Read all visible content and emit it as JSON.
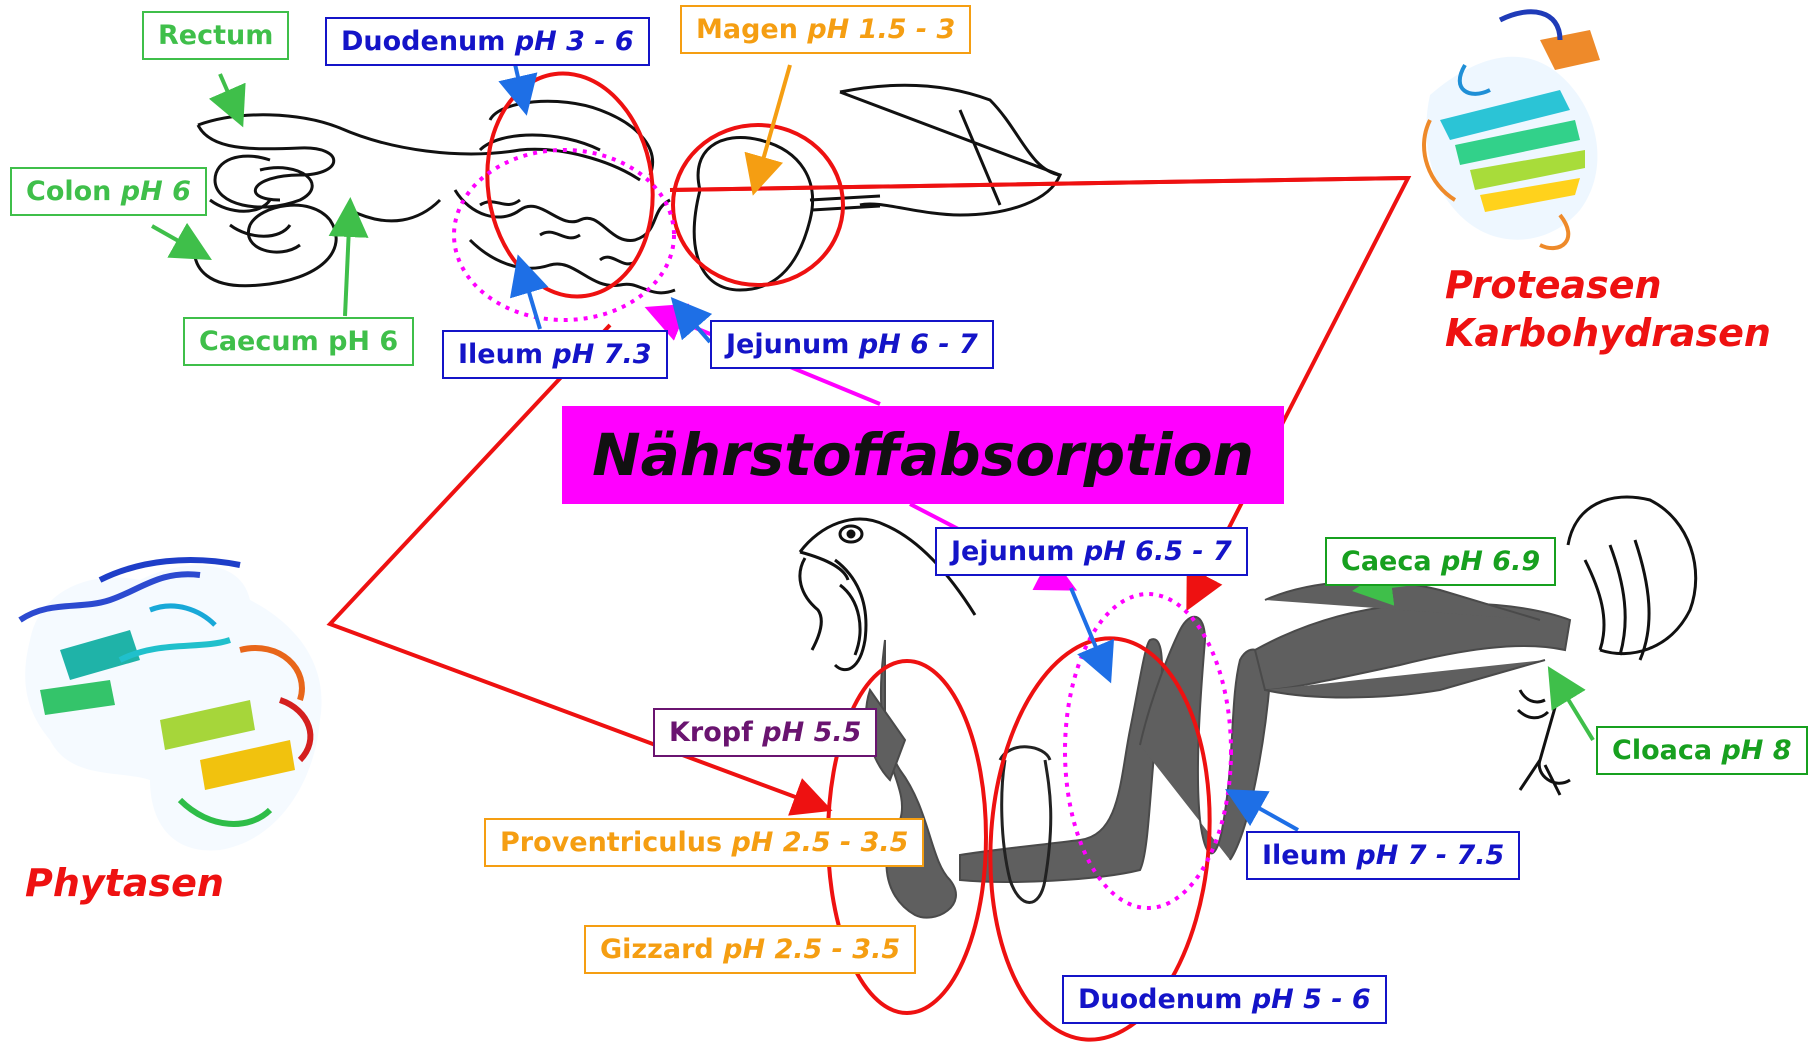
{
  "banner": "Nährstoffabsorption",
  "enzymes": {
    "proteasen": "Proteasen",
    "karbohydrasen": "Karbohydrasen",
    "phytasen": "Phytasen"
  },
  "pig": {
    "rectum": {
      "name": "Rectum"
    },
    "duodenum": {
      "name": "Duodenum",
      "ph": "pH 3 - 6"
    },
    "magen": {
      "name": "Magen",
      "ph": "pH 1.5 - 3"
    },
    "colon": {
      "name": "Colon",
      "ph": "pH 6"
    },
    "caecum": {
      "name": "Caecum pH 6"
    },
    "ileum": {
      "name": "Ileum",
      "ph": "pH 7.3"
    },
    "jejunum": {
      "name": "Jejunum",
      "ph": "pH 6 - 7"
    }
  },
  "chicken": {
    "jejunum": {
      "name": "Jejunum",
      "ph": "pH 6.5 - 7"
    },
    "caeca": {
      "name": "Caeca",
      "ph": "pH 6.9"
    },
    "kropf": {
      "name": "Kropf",
      "ph": "pH 5.5"
    },
    "cloaca": {
      "name": "Cloaca",
      "ph": "pH 8"
    },
    "proventriculus": {
      "name": "Proventriculus",
      "ph": "pH 2.5 - 3.5"
    },
    "ileum": {
      "name": "Ileum",
      "ph": "pH 7 - 7.5"
    },
    "gizzard": {
      "name": "Gizzard",
      "ph": "pH 2.5 - 3.5"
    },
    "duodenum": {
      "name": "Duodenum",
      "ph": "pH 5 - 6"
    }
  },
  "colors": {
    "highlight_red": "#ee1111",
    "magenta": "#ff00ff",
    "blue": "#1414c8",
    "green": "#3fbf4a",
    "orange": "#f59e12"
  }
}
